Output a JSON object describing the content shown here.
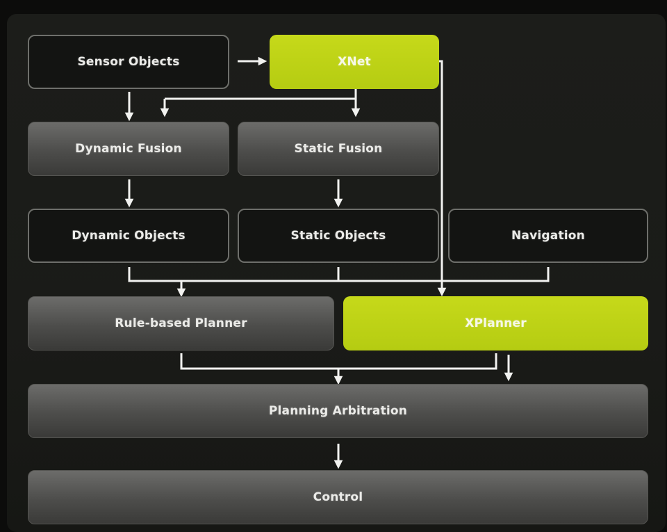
{
  "nodes": {
    "sensor_objects": "Sensor Objects",
    "xnet": "XNet",
    "dynamic_fusion": "Dynamic Fusion",
    "static_fusion": "Static Fusion",
    "dynamic_objects": "Dynamic Objects",
    "static_objects": "Static Objects",
    "navigation": "Navigation",
    "rule_based_planner": "Rule-based Planner",
    "xplanner": "XPlanner",
    "planning_arbitration": "Planning Arbitration",
    "control": "Control"
  },
  "colors": {
    "accent": "#c2d61a",
    "dark_box": "#131412",
    "gray_box": "#5a5a58",
    "connector": "#f2f2f0",
    "background": "#1b1c19"
  }
}
